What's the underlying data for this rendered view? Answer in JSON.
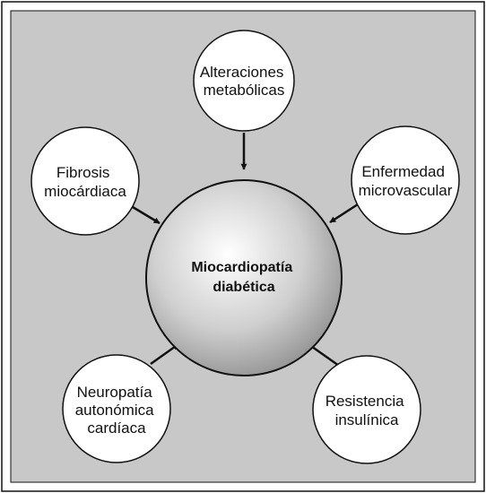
{
  "center": {
    "lines": [
      "Miocardiopatía",
      "diabética"
    ]
  },
  "factors": [
    {
      "id": "top",
      "lines": [
        "Alteraciones",
        "metabólicas"
      ]
    },
    {
      "id": "upper-left",
      "lines": [
        "Fibrosis",
        "miocárdiaca"
      ]
    },
    {
      "id": "upper-right",
      "lines": [
        "Enfermedad",
        "microvascular"
      ]
    },
    {
      "id": "lower-left",
      "lines": [
        "Neuropatía",
        "autonómica",
        "cardíaca"
      ]
    },
    {
      "id": "lower-right",
      "lines": [
        "Resistencia",
        "insulínica"
      ]
    }
  ],
  "colors": {
    "panel": "#c8c8c8",
    "border": "#111111",
    "circle_fill": "#ffffff"
  }
}
